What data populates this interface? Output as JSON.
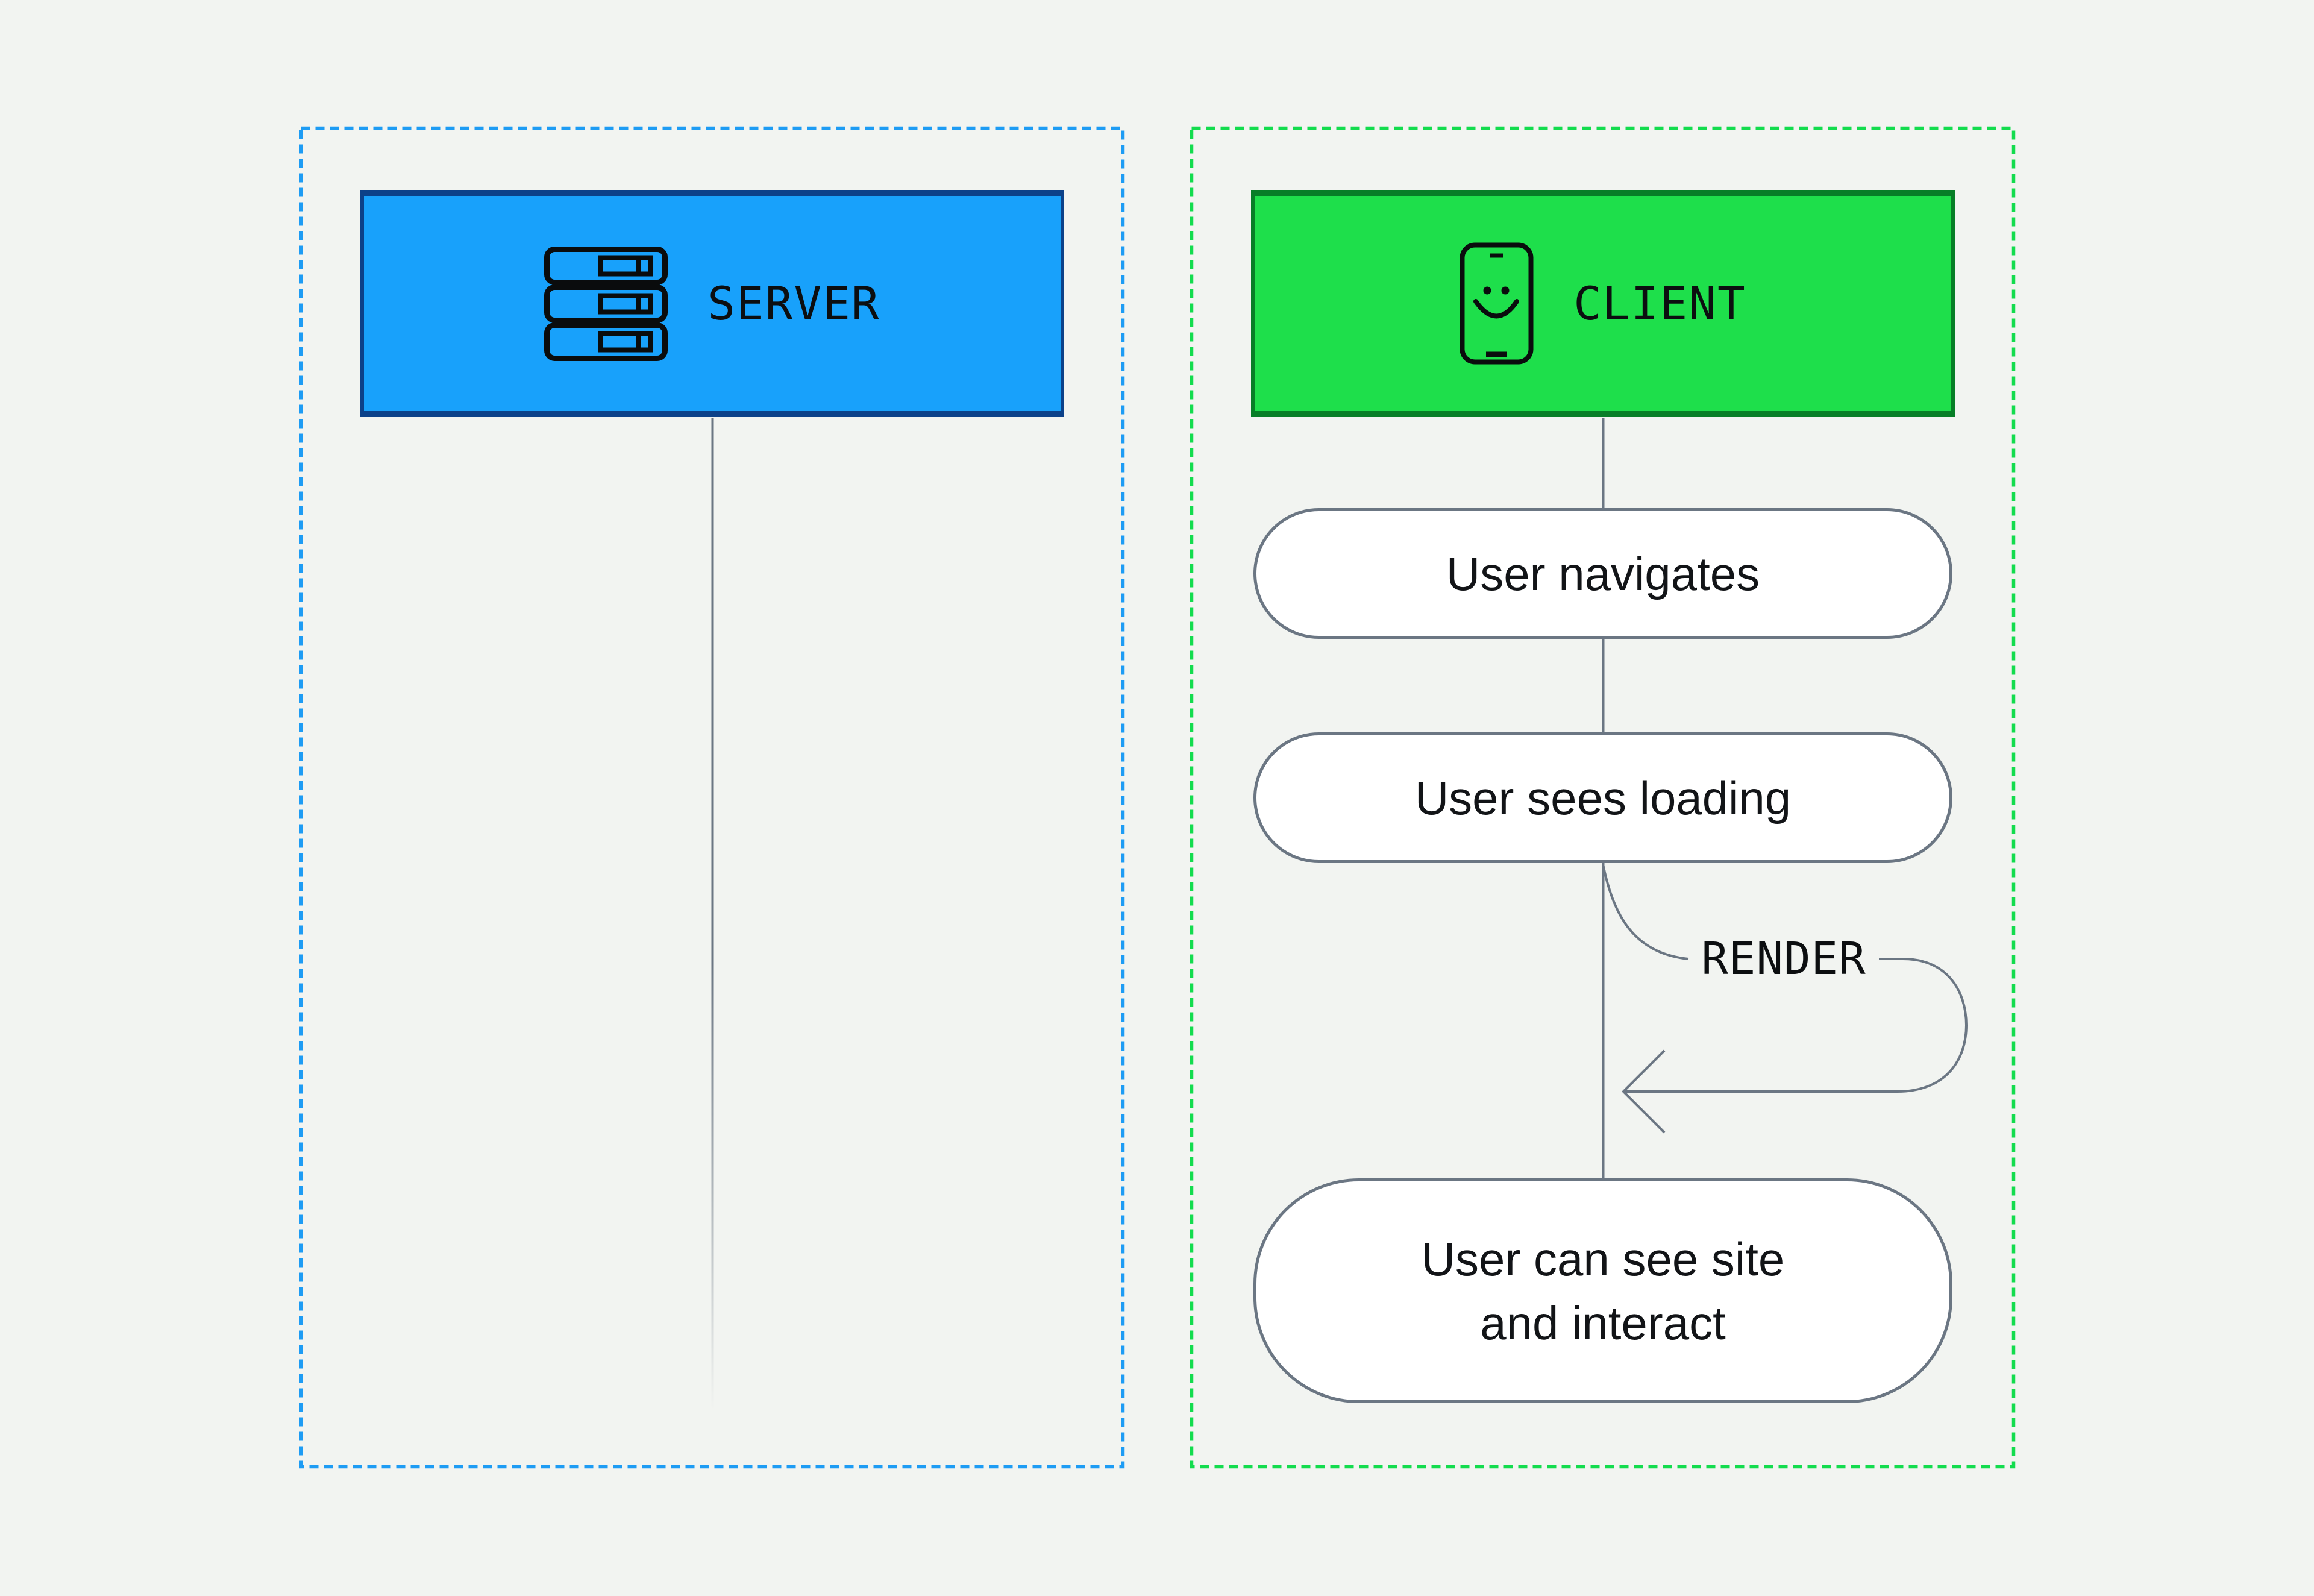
{
  "colors": {
    "bg": "#f2f4f1",
    "blue_dash": "#1e9cf4",
    "blue_fill": "#18a1fb",
    "blue_border": "#0c4189",
    "green_dash": "#13dc4e",
    "green_fill": "#1edf4b",
    "green_border": "#077e27",
    "connector": "#6b7683",
    "pill_border": "#6b7683",
    "pill_fill": "#ffffff",
    "text": "#0c0e10",
    "icon": "#0a0c0d"
  },
  "server_panel": {
    "box_label": "SERVER",
    "icon": "server-stack-icon"
  },
  "client_panel": {
    "box_label": "CLIENT",
    "icon": "phone-smiley-icon",
    "loop_label": "RENDER",
    "steps": [
      {
        "lines": [
          "User navigates"
        ]
      },
      {
        "lines": [
          "User sees loading"
        ]
      },
      {
        "lines": [
          "User can see site",
          "and interact"
        ]
      }
    ]
  }
}
